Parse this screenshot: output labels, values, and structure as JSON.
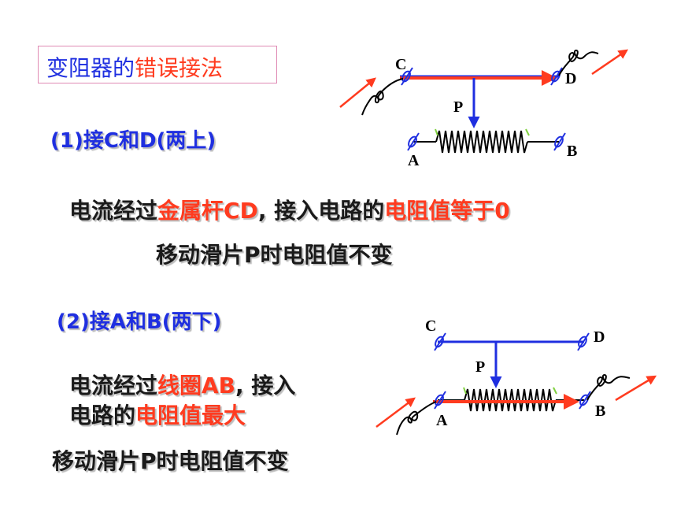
{
  "title": {
    "part1": "变阻器的",
    "part2": "错误接法"
  },
  "case1": {
    "heading": "(1)接C和D(两上)",
    "desc_a": "电流经过",
    "desc_b": "金属杆CD",
    "desc_c": ", 接入电路的",
    "desc_d": "电阻值等于0",
    "note": "移动滑片P时电阻值不变"
  },
  "case2": {
    "heading": "(2)接A和B(两下)",
    "desc1_a": "电流经过",
    "desc1_b": "线圈AB",
    "desc1_c": ", 接入",
    "desc2_a": "电路的",
    "desc2_b": "电阻值最大",
    "note": "移动滑片P时电阻值不变"
  },
  "diagram1": {
    "label_c": "C",
    "label_d": "D",
    "label_p": "P",
    "label_a": "A",
    "label_b": "B"
  },
  "diagram2": {
    "label_c": "C",
    "label_d": "D",
    "label_p": "P",
    "label_a": "A",
    "label_b": "B"
  },
  "colors": {
    "blue": "#1f2fe0",
    "red": "#ff3b1f",
    "highlight_border": "#e08ab4"
  }
}
